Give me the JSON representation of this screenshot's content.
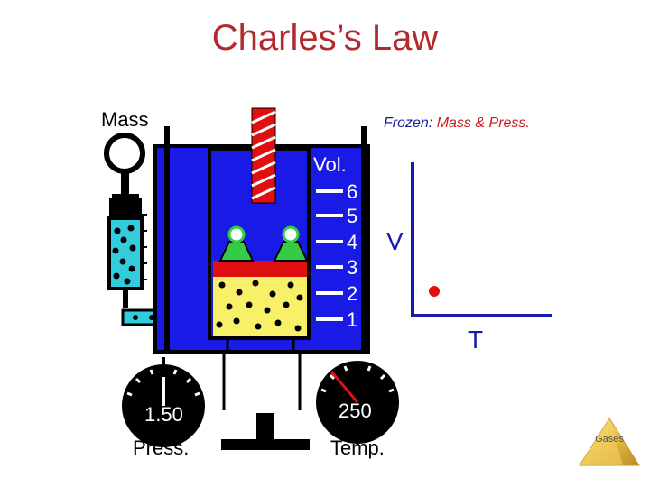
{
  "title": "Charles’s Law",
  "mass_label": "Mass",
  "frozen": {
    "prefix": "Frozen:",
    "mass": "Mass",
    "sep": "&",
    "press": "Press."
  },
  "volume_scale": {
    "title": "Vol.",
    "marks": [
      "6",
      "5",
      "4",
      "3",
      "2",
      "1"
    ]
  },
  "pressure_gauge": {
    "value": "1.50",
    "label": "Press."
  },
  "temperature_gauge": {
    "value": "250",
    "label": "Temp."
  },
  "graph": {
    "x_label": "T",
    "y_label": "V",
    "point_color": "#e01010"
  },
  "badge": {
    "label": "Gases"
  },
  "colors": {
    "container": "#1a1ae6",
    "gas": "#f8f068",
    "piston": "#e01010",
    "weight": "#33cc44",
    "manometer_fluid": "#33ccdd",
    "gauge_face": "#000000"
  }
}
